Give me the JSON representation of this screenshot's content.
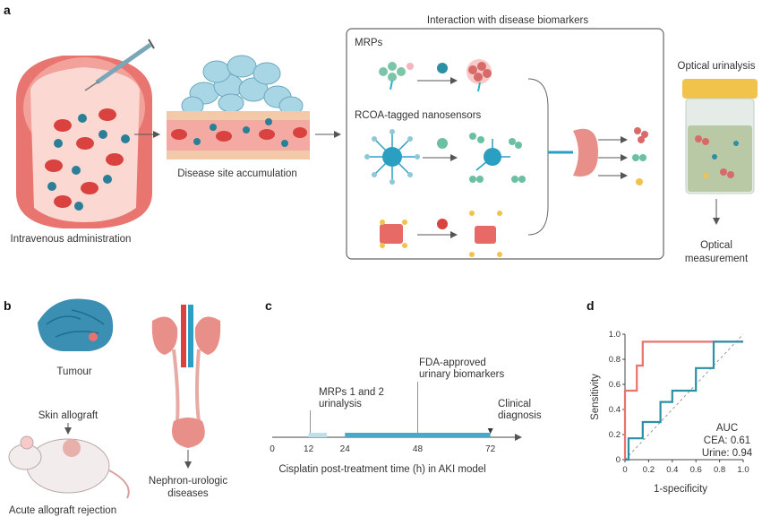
{
  "panels": {
    "a": {
      "label": "a",
      "interaction_title": "Interaction with disease biomarkers",
      "box_mrps": "MRPs",
      "box_rcoa": "RCOA-tagged nanosensors",
      "intravenous": "Intravenous administration",
      "accumulation": "Disease site accumulation",
      "optical_urinalysis": "Optical urinalysis",
      "optical_measurement_1": "Optical",
      "optical_measurement_2": "measurement"
    },
    "b": {
      "label": "b",
      "tumour": "Tumour",
      "skin_allograft": "Skin allograft",
      "acute_rejection": "Acute allograft rejection",
      "nephron_1": "Nephron-urologic",
      "nephron_2": "diseases"
    },
    "c": {
      "label": "c",
      "mrps_1": "MRPs 1 and 2",
      "mrps_2": "urinalysis",
      "fda_1": "FDA-approved",
      "fda_2": "urinary biomarkers",
      "clin_1": "Clinical",
      "clin_2": "diagnosis",
      "ticks": [
        "0",
        "12",
        "24",
        "48",
        "72"
      ],
      "tick_values": [
        0,
        12,
        24,
        48,
        72
      ],
      "axis_label": "Cisplatin post-treatment time (h) in AKI model",
      "bar_mrps": [
        12,
        18
      ],
      "bar_fda": [
        24,
        72
      ],
      "axis_max": 78
    },
    "d": {
      "label": "d"
    }
  },
  "colors": {
    "red": "#e8736f",
    "teal": "#2b8fa6",
    "light_teal": "#a9d6e5",
    "bar_light": "#bfe0ea"
  },
  "chart_data": {
    "type": "line",
    "xlabel": "1-specificity",
    "ylabel": "Sensitivity",
    "xlim": [
      0,
      1.0
    ],
    "ylim": [
      0,
      1.0
    ],
    "x_ticks": [
      "0",
      "0.2",
      "0.4",
      "0.6",
      "0.8",
      "1.0"
    ],
    "y_ticks": [
      "0",
      "0.2",
      "0.4",
      "0.6",
      "0.8",
      "1.0"
    ],
    "legend_title": "AUC",
    "legend_cea": "CEA: 0.61",
    "legend_urine": "Urine: 0.94",
    "series": [
      {
        "name": "Urine",
        "color": "#e8736f",
        "x": [
          0,
          0,
          0.1,
          0.1,
          0.15,
          0.15,
          1.0
        ],
        "y": [
          0,
          0.55,
          0.55,
          0.75,
          0.75,
          0.94,
          0.94
        ]
      },
      {
        "name": "CEA",
        "color": "#2b8fa6",
        "x": [
          0,
          0.03,
          0.03,
          0.15,
          0.15,
          0.3,
          0.3,
          0.4,
          0.4,
          0.6,
          0.6,
          0.75,
          0.75,
          1.0
        ],
        "y": [
          0,
          0.0,
          0.17,
          0.17,
          0.3,
          0.3,
          0.46,
          0.46,
          0.55,
          0.55,
          0.73,
          0.73,
          0.94,
          0.94
        ]
      }
    ]
  }
}
